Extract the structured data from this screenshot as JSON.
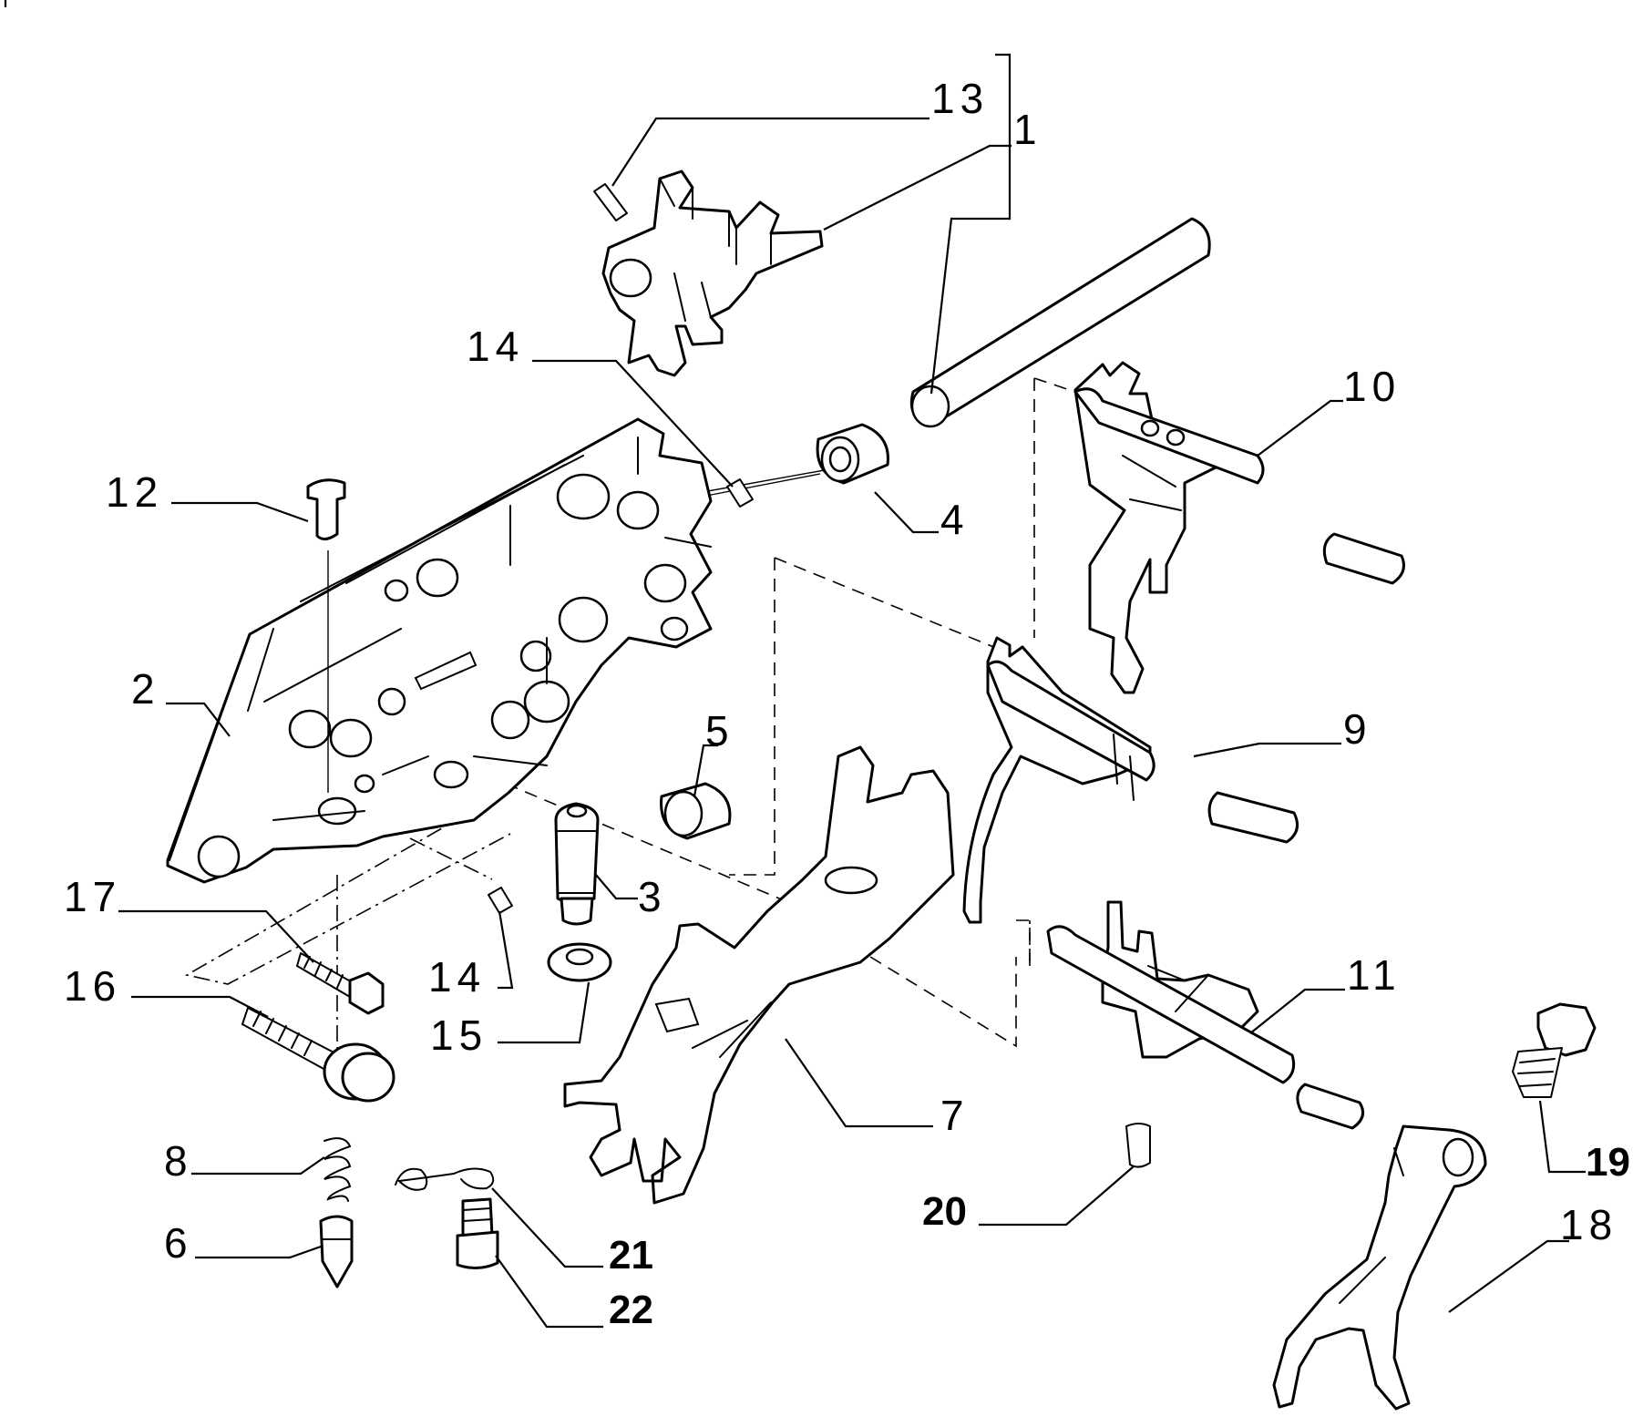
{
  "diagram": {
    "callouts": [
      {
        "id": "c13",
        "number": "13"
      },
      {
        "id": "c1",
        "number": "1"
      },
      {
        "id": "c14a",
        "number": "14"
      },
      {
        "id": "c10",
        "number": "10"
      },
      {
        "id": "c12",
        "number": "12"
      },
      {
        "id": "c4",
        "number": "4"
      },
      {
        "id": "c2",
        "number": "2"
      },
      {
        "id": "c9",
        "number": "9"
      },
      {
        "id": "c5",
        "number": "5"
      },
      {
        "id": "c3",
        "number": "3"
      },
      {
        "id": "c17",
        "number": "17"
      },
      {
        "id": "c14b",
        "number": "14"
      },
      {
        "id": "c11",
        "number": "11"
      },
      {
        "id": "c16",
        "number": "16"
      },
      {
        "id": "c15",
        "number": "15"
      },
      {
        "id": "c7",
        "number": "7"
      },
      {
        "id": "c19",
        "number": "19"
      },
      {
        "id": "c8",
        "number": "8"
      },
      {
        "id": "c20",
        "number": "20"
      },
      {
        "id": "c18",
        "number": "18"
      },
      {
        "id": "c6",
        "number": "6"
      },
      {
        "id": "c21",
        "number": "21"
      },
      {
        "id": "c22",
        "number": "22"
      }
    ]
  }
}
